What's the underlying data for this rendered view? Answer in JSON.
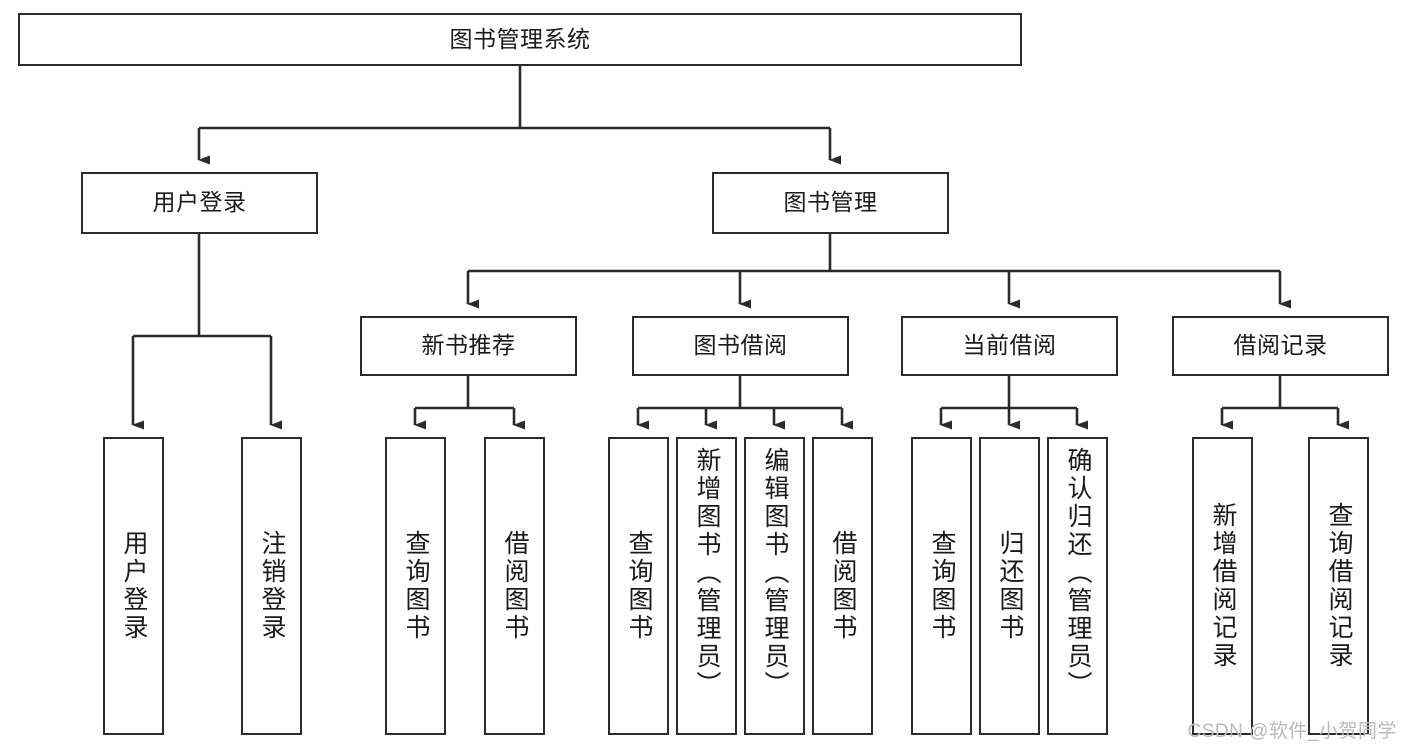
{
  "diagram": {
    "type": "hierarchy-tree",
    "title": "图书管理系统",
    "root": {
      "id": "root",
      "label": "图书管理系统",
      "orientation": "horizontal"
    },
    "level2": [
      {
        "id": "user-login",
        "label": "用户登录",
        "orientation": "horizontal"
      },
      {
        "id": "book-management",
        "label": "图书管理",
        "orientation": "horizontal"
      }
    ],
    "level3": [
      {
        "id": "new-book-recommend",
        "label": "新书推荐",
        "orientation": "horizontal",
        "parent": "book-management"
      },
      {
        "id": "book-borrow",
        "label": "图书借阅",
        "orientation": "horizontal",
        "parent": "book-management"
      },
      {
        "id": "current-borrow",
        "label": "当前借阅",
        "orientation": "horizontal",
        "parent": "book-management"
      },
      {
        "id": "borrow-record",
        "label": "借阅记录",
        "orientation": "horizontal",
        "parent": "book-management"
      }
    ],
    "leaves": [
      {
        "id": "leaf-user-login",
        "label": "用户登录",
        "parent": "user-login",
        "orientation": "vertical"
      },
      {
        "id": "leaf-user-logout",
        "label": "注销登录",
        "parent": "user-login",
        "orientation": "vertical"
      },
      {
        "id": "leaf-query-book-1",
        "label": "查询图书",
        "parent": "new-book-recommend",
        "orientation": "vertical"
      },
      {
        "id": "leaf-borrow-book-1",
        "label": "借阅图书",
        "parent": "new-book-recommend",
        "orientation": "vertical"
      },
      {
        "id": "leaf-query-book-2",
        "label": "查询图书",
        "parent": "book-borrow",
        "orientation": "vertical"
      },
      {
        "id": "leaf-add-book",
        "label": "新增图书（管理员）",
        "parent": "book-borrow",
        "orientation": "vertical"
      },
      {
        "id": "leaf-edit-book",
        "label": "编辑图书（管理员）",
        "parent": "book-borrow",
        "orientation": "vertical"
      },
      {
        "id": "leaf-borrow-book-2",
        "label": "借阅图书",
        "parent": "book-borrow",
        "orientation": "vertical"
      },
      {
        "id": "leaf-query-book-3",
        "label": "查询图书",
        "parent": "current-borrow",
        "orientation": "vertical"
      },
      {
        "id": "leaf-return-book",
        "label": "归还图书",
        "parent": "current-borrow",
        "orientation": "vertical"
      },
      {
        "id": "leaf-confirm-return",
        "label": "确认归还（管理员）",
        "parent": "current-borrow",
        "orientation": "vertical"
      },
      {
        "id": "leaf-add-record",
        "label": "新增借阅记录",
        "parent": "borrow-record",
        "orientation": "vertical"
      },
      {
        "id": "leaf-query-record",
        "label": "查询借阅记录",
        "parent": "borrow-record",
        "orientation": "vertical"
      }
    ]
  },
  "watermark": {
    "text": "CSDN @软件_小贺同学"
  },
  "colors": {
    "background": "#ffffff",
    "border": "#2b2b2b",
    "text": "#1a1a1a",
    "edge": "#2b2b2b",
    "watermark": "#b9b9b9"
  }
}
